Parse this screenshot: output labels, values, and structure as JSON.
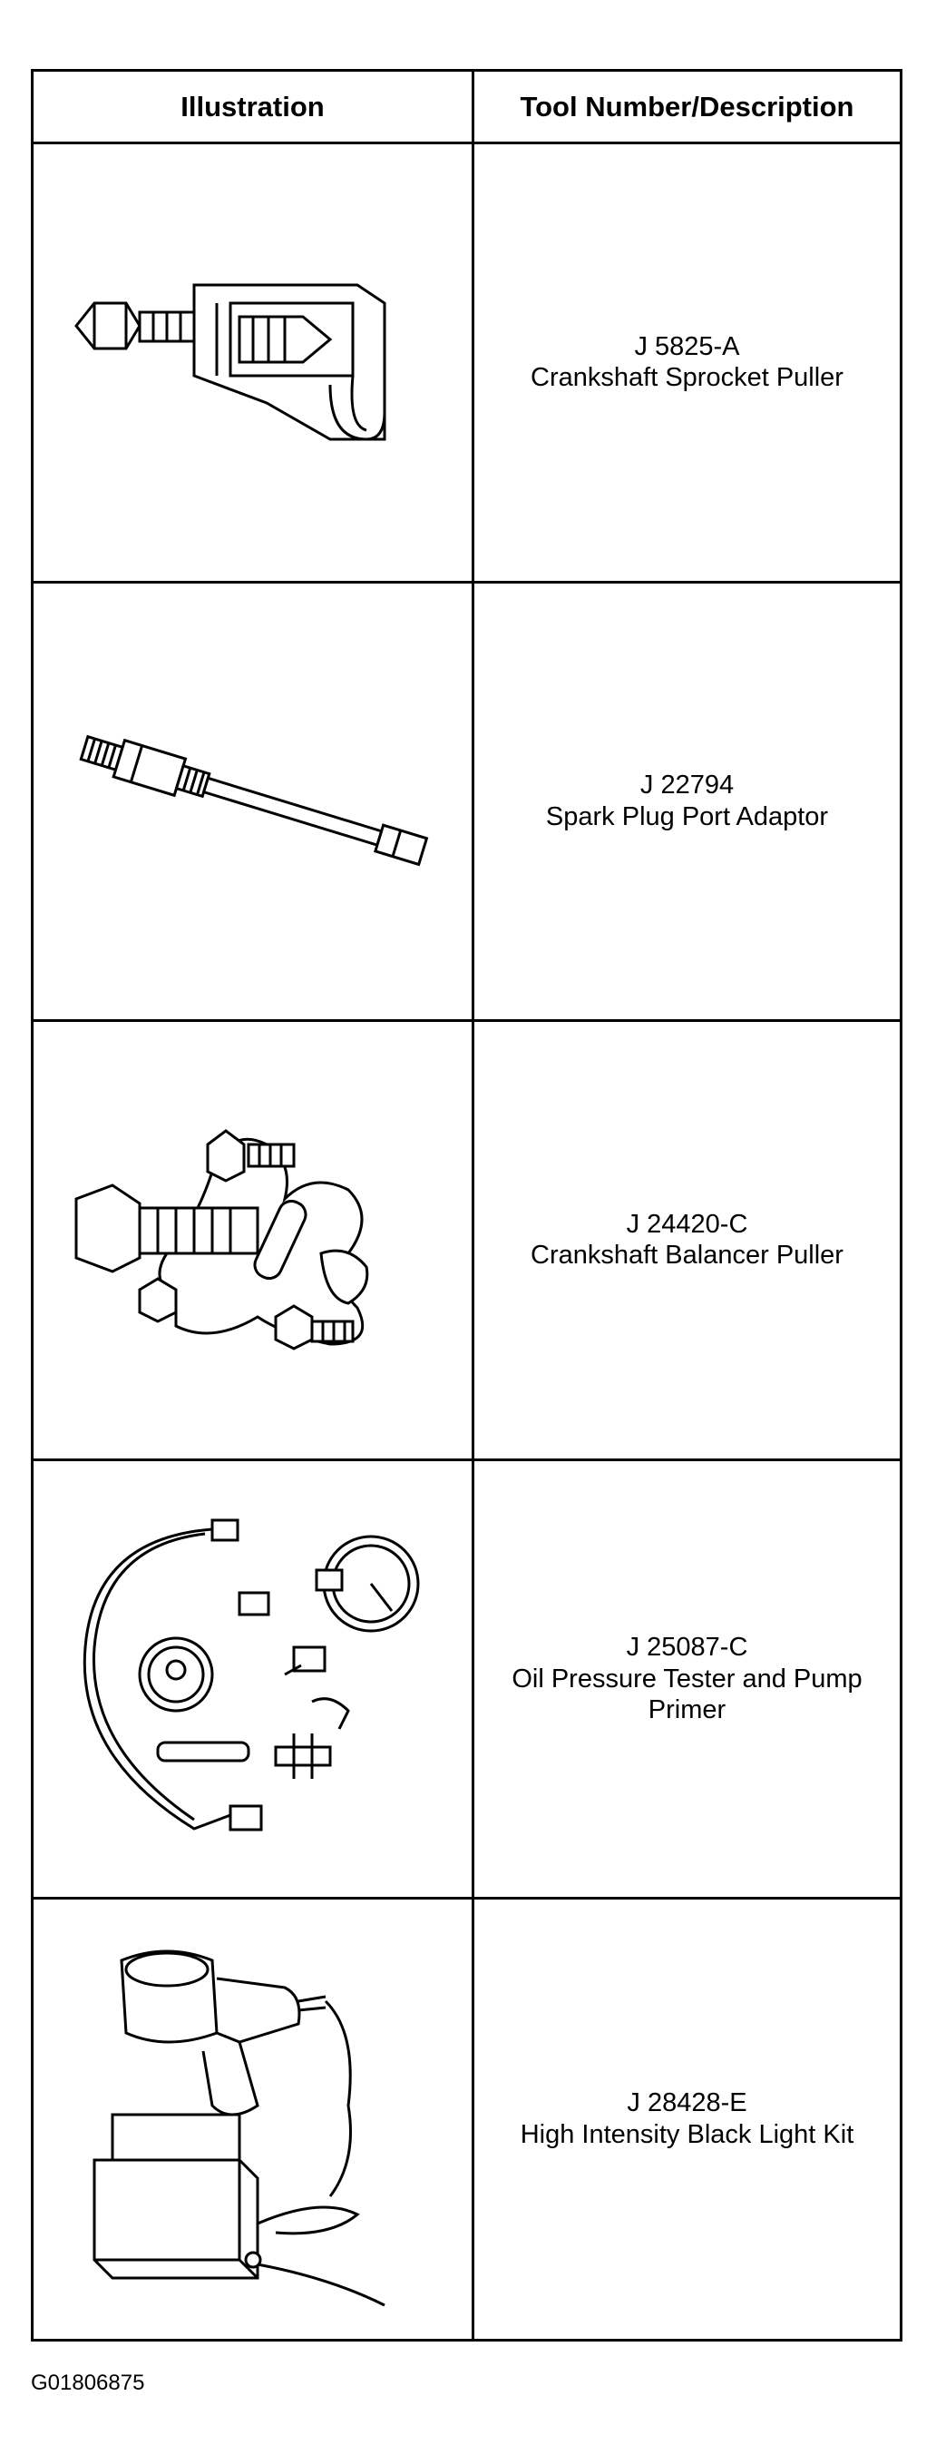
{
  "table": {
    "headers": {
      "illustration": "Illustration",
      "tool": "Tool Number/Description"
    },
    "rows": [
      {
        "number": "J 5825-A",
        "description": "Crankshaft Sprocket Puller",
        "icon": "sprocket-puller-icon"
      },
      {
        "number": "J 22794",
        "description": "Spark Plug Port Adaptor",
        "icon": "spark-plug-adaptor-icon"
      },
      {
        "number": "J 24420-C",
        "description": "Crankshaft Balancer Puller",
        "icon": "balancer-puller-icon"
      },
      {
        "number": "J 25087-C",
        "description": "Oil Pressure Tester and Pump Primer",
        "icon": "oil-pressure-tester-icon"
      },
      {
        "number": "J 28428-E",
        "description": "High Intensity Black Light Kit",
        "icon": "black-light-kit-icon"
      }
    ]
  },
  "figure_id": "G01806875"
}
